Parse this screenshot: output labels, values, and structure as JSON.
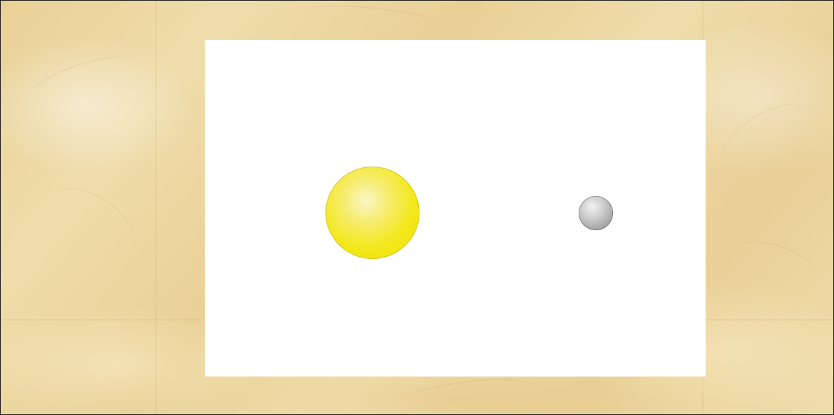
{
  "scene": {
    "background": "marble-texture",
    "colors": {
      "marble_base": "#eed9a2",
      "stage": "#ffffff",
      "sun": "#f3e81c",
      "planet": "#a8a8a8"
    },
    "objects": [
      {
        "name": "sun",
        "shape": "sphere",
        "color": "yellow"
      },
      {
        "name": "planet",
        "shape": "sphere",
        "color": "gray"
      }
    ]
  }
}
